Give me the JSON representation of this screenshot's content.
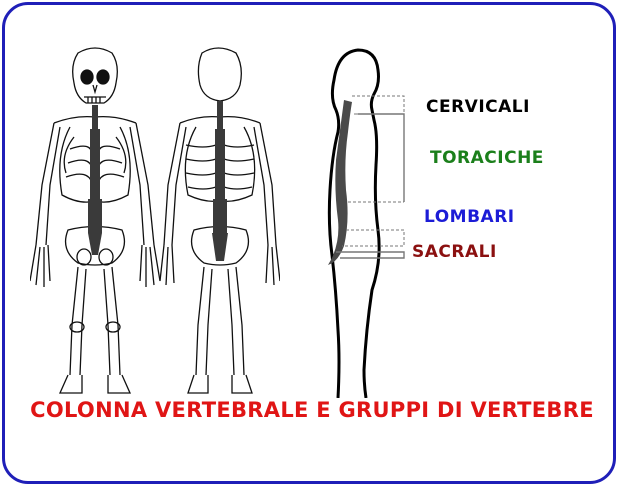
{
  "labels": {
    "cervicali": "CERVICALI",
    "toraciche": "TORACICHE",
    "lombari": "LOMBARI",
    "sacrali": "SACRALI"
  },
  "title": "COLONNA VERTEBRALE E GRUPPI DI VERTEBRE",
  "colors": {
    "frame": "#1f1fb8",
    "cervicali": "#000000",
    "toraciche": "#1b7f1b",
    "lombari": "#1c1cd6",
    "sacrali": "#8b1010",
    "title": "#e01515",
    "spine": "#3a3a3a"
  }
}
